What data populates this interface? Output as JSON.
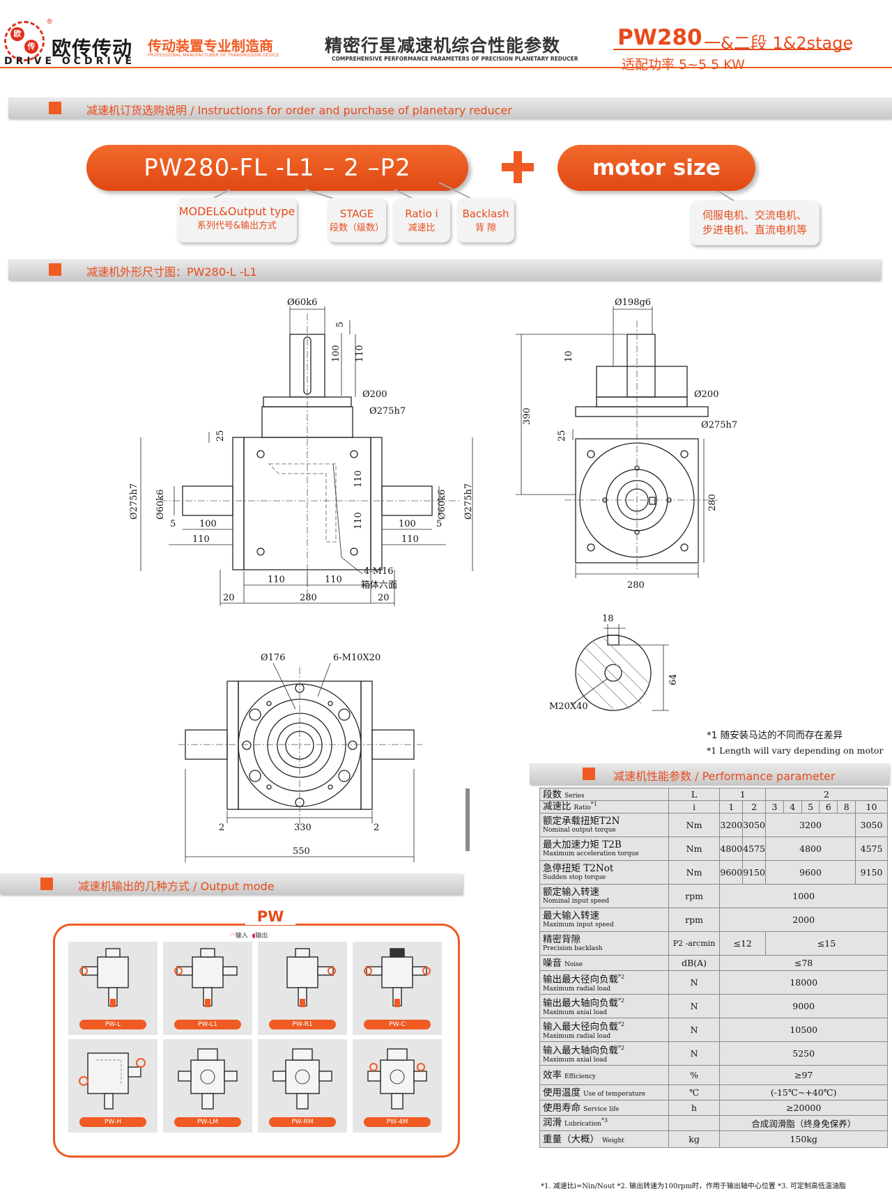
{
  "header": {
    "logo_badge_top": "欧",
    "logo_badge_bottom": "传",
    "logo_cn": "欧传传动",
    "logo_reg": "®",
    "logo_en": "DRIVE OCDRIVE",
    "slogan_cn": "传动装置专业制造商",
    "slogan_en": "PROFESSIONAL MANUFACTURER OF TRANSMISSION DEVICE",
    "title_cn": "精密行星减速机综合性能参数",
    "title_en": "COMPREHENSIVE PERFORMANCE PARAMETERS OF PRECISION PLANETARY REDUCER",
    "model": "PW280",
    "stage": "一&二段 1&2stage",
    "power": "适配功率 5~5 5  KW"
  },
  "sections": {
    "order": "减速机订货选购说明 / Instructions for order and purchase of planetary reducer",
    "dimension": "减速机外形尺寸图：PW280-L -L1",
    "output": "减速机输出的几种方式 / Output mode",
    "performance": "减速机性能参数 / Performance parameter"
  },
  "order": {
    "code": "PW280-FL -L1 – 2 –P2",
    "motor": "motor size",
    "tags": [
      {
        "en": "MODEL&Output type",
        "cn": "系列代号&输出方式"
      },
      {
        "en": "STAGE",
        "cn": "段数（级数）"
      },
      {
        "en": "Ratio i",
        "cn": "减速比"
      },
      {
        "en": "Backlash",
        "cn": "背  隙"
      },
      {
        "en": "伺服电机、交流电机、",
        "cn": "步进电机、直流电机等"
      }
    ]
  },
  "drawing": {
    "front": {
      "d60k6": "Ø60k6",
      "dim5": "5",
      "dim100": "100",
      "dim110": "110",
      "d200": "Ø200",
      "d275h7": "Ø275h7",
      "dim25": "25",
      "d60k6_side": "Ø60k6",
      "d275h7_side": "Ø275h7",
      "left5": "5",
      "left100": "100",
      "left110": "110",
      "right100": "100",
      "right5": "5",
      "right110": "110",
      "v110a": "110",
      "v110b": "110",
      "bot110a": "110",
      "bot110b": "110",
      "bot280": "280",
      "bot20a": "20",
      "bot20b": "20",
      "thread": "4-M16",
      "thread_note": "箱体六面"
    },
    "side": {
      "d198g6": "Ø198g6",
      "dim10": "10",
      "dim390": "390",
      "d200": "Ø200",
      "dim25": "25",
      "d275h7": "Ø275h7",
      "dim280v": "280",
      "dim280h": "280"
    },
    "shaft": {
      "dim18": "18",
      "dim64": "64",
      "thread": "M20X40"
    },
    "bottom": {
      "d176": "Ø176",
      "holes": "6-M10X20",
      "dim2a": "2",
      "dim330": "330",
      "dim2b": "2",
      "dim550": "550"
    }
  },
  "notes": {
    "note_cn": "*1 随安装马达的不同而存在差异",
    "note_en": "*1 Length will vary depending on motor"
  },
  "output_mode": {
    "title": "PW",
    "legend_in": "输入",
    "legend_out": "输出",
    "items": [
      "PW-L",
      "PW-L1",
      "PW-R1",
      "PW-C",
      "PW-H",
      "PW-LM",
      "PW-RM",
      "PW-4M"
    ]
  },
  "perf": {
    "series_cn": "段数",
    "series_en": "Series",
    "series_unit": "L",
    "series_1": "1",
    "series_2": "2",
    "ratio_cn": "减速比",
    "ratio_en": "Ratio",
    "ratio_sup": "*1",
    "ratio_unit": "i",
    "ratios": [
      "1",
      "2",
      "3",
      "4",
      "5",
      "6",
      "8",
      "10"
    ],
    "rows": {
      "t2n": {
        "cn": "额定承载扭矩T2N",
        "en": "Nominal output torque",
        "unit": "Nm",
        "v1": "3200",
        "v2": "3050",
        "v3": "3200",
        "v4": "3050"
      },
      "t2b": {
        "cn": "最大加速力矩 T2B",
        "en": "Maximum acceleration torque",
        "unit": "Nm",
        "v1": "4800",
        "v2": "4575",
        "v3": "4800",
        "v4": "4575"
      },
      "t2not": {
        "cn": "急停扭矩 T2Not",
        "en": "Sudden stop torque",
        "unit": "Nm",
        "v1": "9600",
        "v2": "9150",
        "v3": "9600",
        "v4": "9150"
      },
      "nin": {
        "cn": "额定输入转速",
        "en": "Nominal input speed",
        "unit": "rpm",
        "v": "1000"
      },
      "nmax": {
        "cn": "最大输入转速",
        "en": "Maximum input speed",
        "unit": "rpm",
        "v": "2000"
      },
      "backlash": {
        "cn": "精密背隙",
        "en": "Precision backlash",
        "unit": "P2 -arcmin",
        "v1": "≤12",
        "v2": "≤15"
      },
      "noise": {
        "cn": "噪音",
        "en": "Noise",
        "unit": "dB(A)",
        "v": "≤78"
      },
      "out_radial": {
        "cn": "输出最大径向负载",
        "en": "Maximum radial load",
        "sup": "*2",
        "unit": "N",
        "v": "18000"
      },
      "out_axial": {
        "cn": "输出最大轴向负载",
        "en": "Maximum axial load",
        "sup": "*2",
        "unit": "N",
        "v": "9000"
      },
      "in_radial": {
        "cn": "输入最大径向负载",
        "en": "Maximum radial load",
        "sup": "*2",
        "unit": "N",
        "v": "10500"
      },
      "in_axial": {
        "cn": "输入最大轴向负载",
        "en": "Maximum axial load",
        "sup": "*2",
        "unit": "N",
        "v": "5250"
      },
      "eff": {
        "cn": "效率",
        "en": "Efficiency",
        "unit": "%",
        "v": "≥97"
      },
      "temp": {
        "cn": "使用温度",
        "en": "Use of temperature",
        "unit": "℃",
        "v": "(-15℃~+40℃)"
      },
      "life": {
        "cn": "使用寿命",
        "en": "Service life",
        "unit": "h",
        "v": "≥20000"
      },
      "lub": {
        "cn": "润滑",
        "en": "Lubrication",
        "sup": "*3",
        "unit": "",
        "v": "合成润滑脂（终身免保养）"
      },
      "weight": {
        "cn": "重量（大概）",
        "en": "Weight",
        "unit": "kg",
        "v": "150kg"
      }
    },
    "footnote": "*1. 减速比i=Nin/Nout   *2. 输出转速为100rpm时，作用于输出轴中心位置    *3. 可定制高低温油脂"
  },
  "colors": {
    "accent": "#f05a23",
    "accent_dark": "#e04813",
    "bar_gray": "#d9d9d9",
    "frame": "#333333"
  }
}
